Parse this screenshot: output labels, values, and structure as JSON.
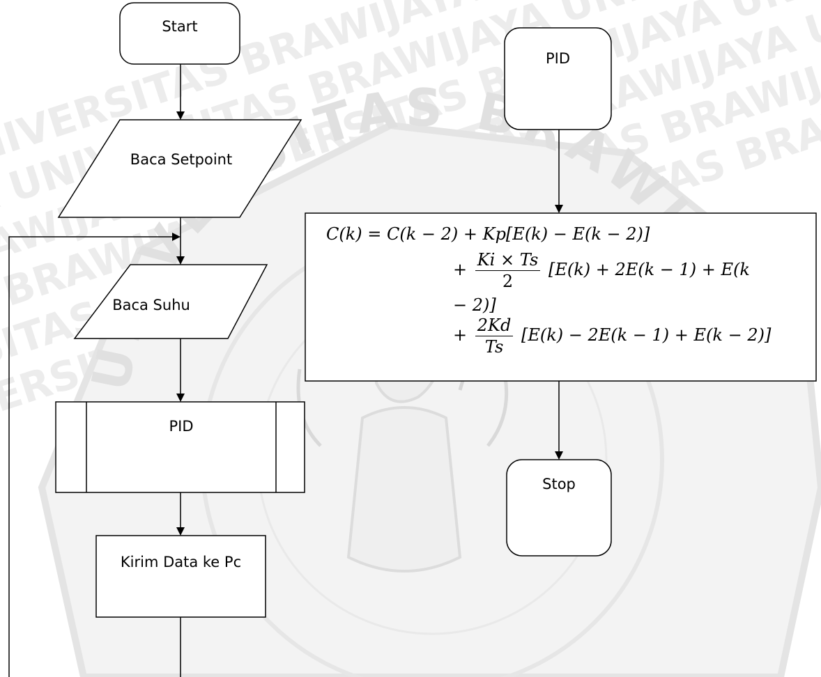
{
  "watermark": {
    "text": "BRAWIJAYA UNIVERSITAS",
    "seal_text": "UNIVERSITAS BRAWIJAYA"
  },
  "flowchart_main": {
    "start": "Start",
    "read_setpoint": "Baca Setpoint",
    "read_temperature": "Baca Suhu",
    "pid_subprocess": "PID",
    "send_data": "Kirim Data ke Pc"
  },
  "flowchart_pid": {
    "start": "PID",
    "equation": {
      "line1": "C(k) = C(k − 2) + Kp[E(k) − E(k − 2)]",
      "term2_plus": "+",
      "term2_num": "Ki × Ts",
      "term2_den": "2",
      "term2_tail": "[E(k) + 2E(k − 1) + E(k",
      "term2_wrap": "− 2)]",
      "term3_plus": "+",
      "term3_num": "2Kd",
      "term3_den": "Ts",
      "term3_tail": "[E(k) − 2E(k − 1) + E(k − 2)]"
    },
    "stop": "Stop"
  }
}
